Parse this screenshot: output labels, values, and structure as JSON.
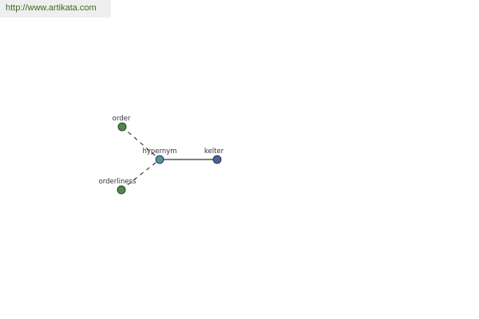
{
  "header": {
    "url": "http://www.artikata.com"
  },
  "graph": {
    "nodes": [
      {
        "id": "order",
        "label": "order",
        "color": "#4e8a48"
      },
      {
        "id": "hypernym",
        "label": "hypernym",
        "color": "#4e93a3"
      },
      {
        "id": "kelter",
        "label": "kelter",
        "color": "#4d5fa3"
      },
      {
        "id": "orderliness",
        "label": "orderliness",
        "color": "#4e8a48"
      }
    ],
    "edges": [
      {
        "from": "order",
        "to": "hypernym",
        "style": "dashed"
      },
      {
        "from": "orderliness",
        "to": "hypernym",
        "style": "dashed"
      },
      {
        "from": "hypernym",
        "to": "kelter",
        "style": "solid"
      }
    ]
  }
}
